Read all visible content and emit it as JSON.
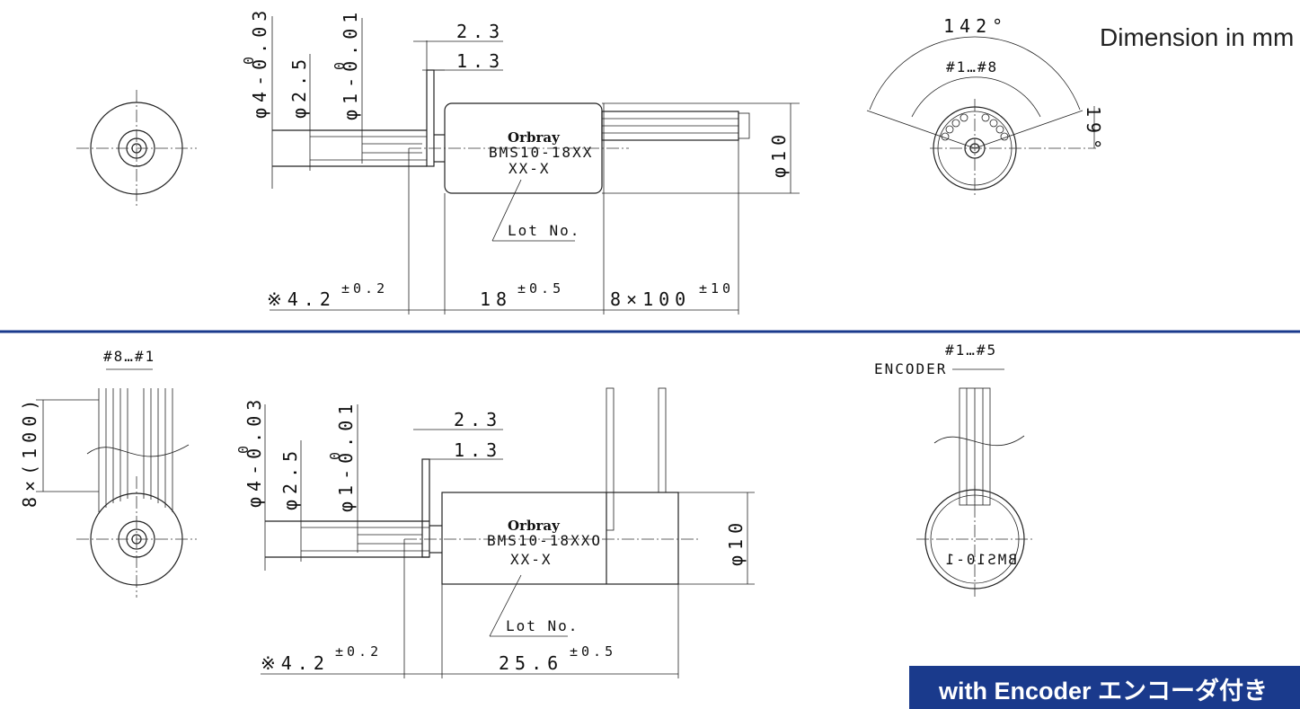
{
  "unit_label": "Dimension in mm",
  "banner": {
    "text": "with Encoder エンコーダ付き",
    "bg": "#1a3a8c",
    "fg": "#ffffff"
  },
  "separator_color": "#1a3a8c",
  "top": {
    "dim_shaft_big": "φ4-0.03",
    "dim_shaft_big_tol": "0",
    "dim_shaft_mid": "φ2.5",
    "dim_shaft_small": "φ1-0.01",
    "dim_shaft_small_tol": "0",
    "dim_23": "2.3",
    "dim_13": "1.3",
    "dim_body_dia": "φ10",
    "dim_shaft_len": "※4.2",
    "dim_shaft_len_tol": "±0.2",
    "dim_body_len": "18",
    "dim_body_len_tol": "±0.5",
    "dim_lead_len": "8×100",
    "dim_lead_len_tol": "±10",
    "brand": "Orbray",
    "model": "BMS10-18XX",
    "variant": "XX-X",
    "lot_label": "Lot No.",
    "angle_142": "142°",
    "angle_19": "19°",
    "pin_range": "#1…#8"
  },
  "bottom": {
    "pin_range_left": "#8…#1",
    "lead_len_left": "8×(100)",
    "dim_shaft_big": "φ4-0.03",
    "dim_shaft_big_tol": "0",
    "dim_shaft_mid": "φ2.5",
    "dim_shaft_small": "φ1-0.01",
    "dim_shaft_small_tol": "0",
    "dim_23": "2.3",
    "dim_13": "1.3",
    "dim_body_dia": "φ10",
    "dim_shaft_len": "※4.2",
    "dim_shaft_len_tol": "±0.2",
    "dim_body_len": "25.6",
    "dim_body_len_tol": "±0.5",
    "brand": "Orbray",
    "model": "BMS10-18XXO",
    "variant": "XX-X",
    "lot_label": "Lot No.",
    "encoder_label": "ENCODER",
    "pin_range_right": "#1…#5",
    "mirror_text": "BMS10-1"
  }
}
